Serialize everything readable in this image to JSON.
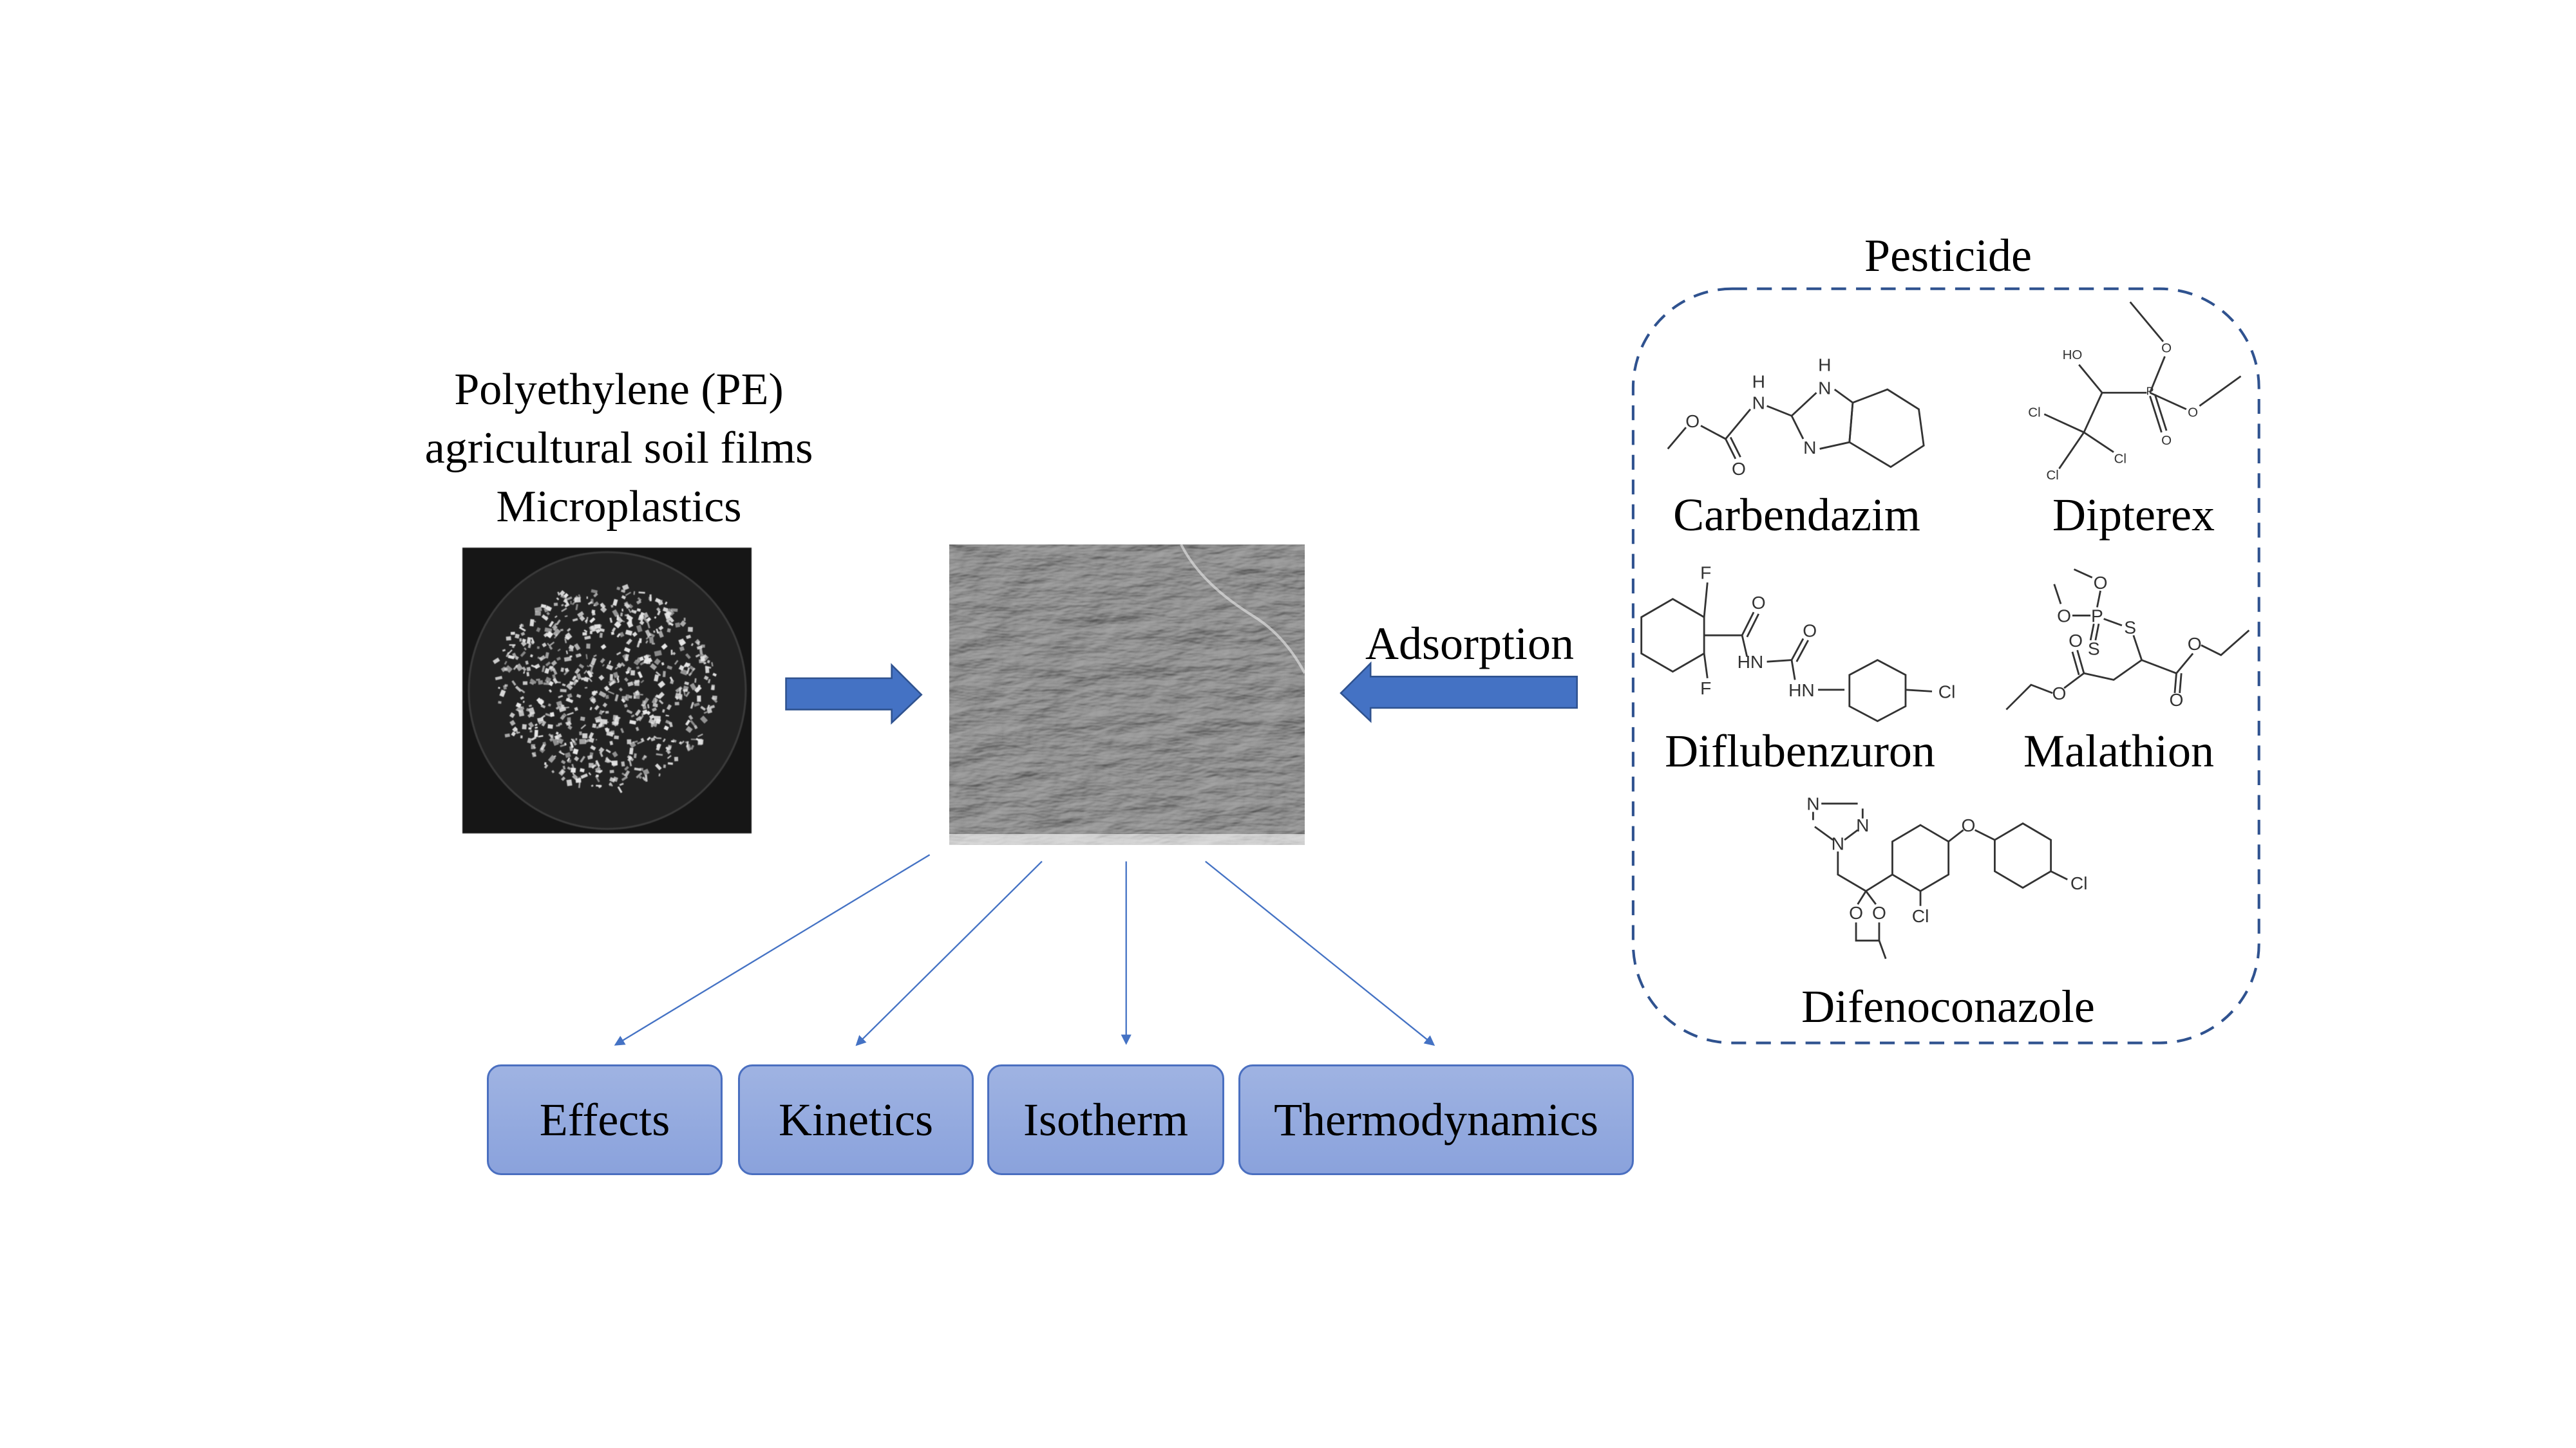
{
  "left_title": {
    "lines": [
      "Polyethylene (PE)",
      "agricultural soil films",
      "Microplastics"
    ]
  },
  "adsorption_label": "Adsorption",
  "pesticide_panel": {
    "title": "Pesticide",
    "molecules": [
      {
        "name": "Carbendazim",
        "atoms": [
          "O",
          "O",
          "N",
          "H",
          "N",
          "H",
          "N"
        ]
      },
      {
        "name": "Dipterex",
        "atoms": [
          "HO",
          "O",
          "O",
          "O",
          "P",
          "Cl",
          "Cl",
          "Cl"
        ]
      },
      {
        "name": "Diflubenzuron",
        "atoms": [
          "F",
          "F",
          "O",
          "HN",
          "O",
          "HN",
          "Cl"
        ]
      },
      {
        "name": "Malathion",
        "atoms": [
          "O",
          "O",
          "P",
          "S",
          "S",
          "O",
          "O",
          "O",
          "O",
          "O"
        ]
      },
      {
        "name": "Difenoconazole",
        "atoms": [
          "N",
          "N",
          "N",
          "O",
          "Cl",
          "Cl",
          "O",
          "O"
        ]
      }
    ]
  },
  "outcome_boxes": [
    "Effects",
    "Kinetics",
    "Isotherm",
    "Thermodynamics"
  ],
  "colors": {
    "arrow_blue": "#4472c4",
    "box_fill": "#8fa5dc",
    "box_border": "#4a6fc0",
    "dashed_border": "#2f528f"
  }
}
